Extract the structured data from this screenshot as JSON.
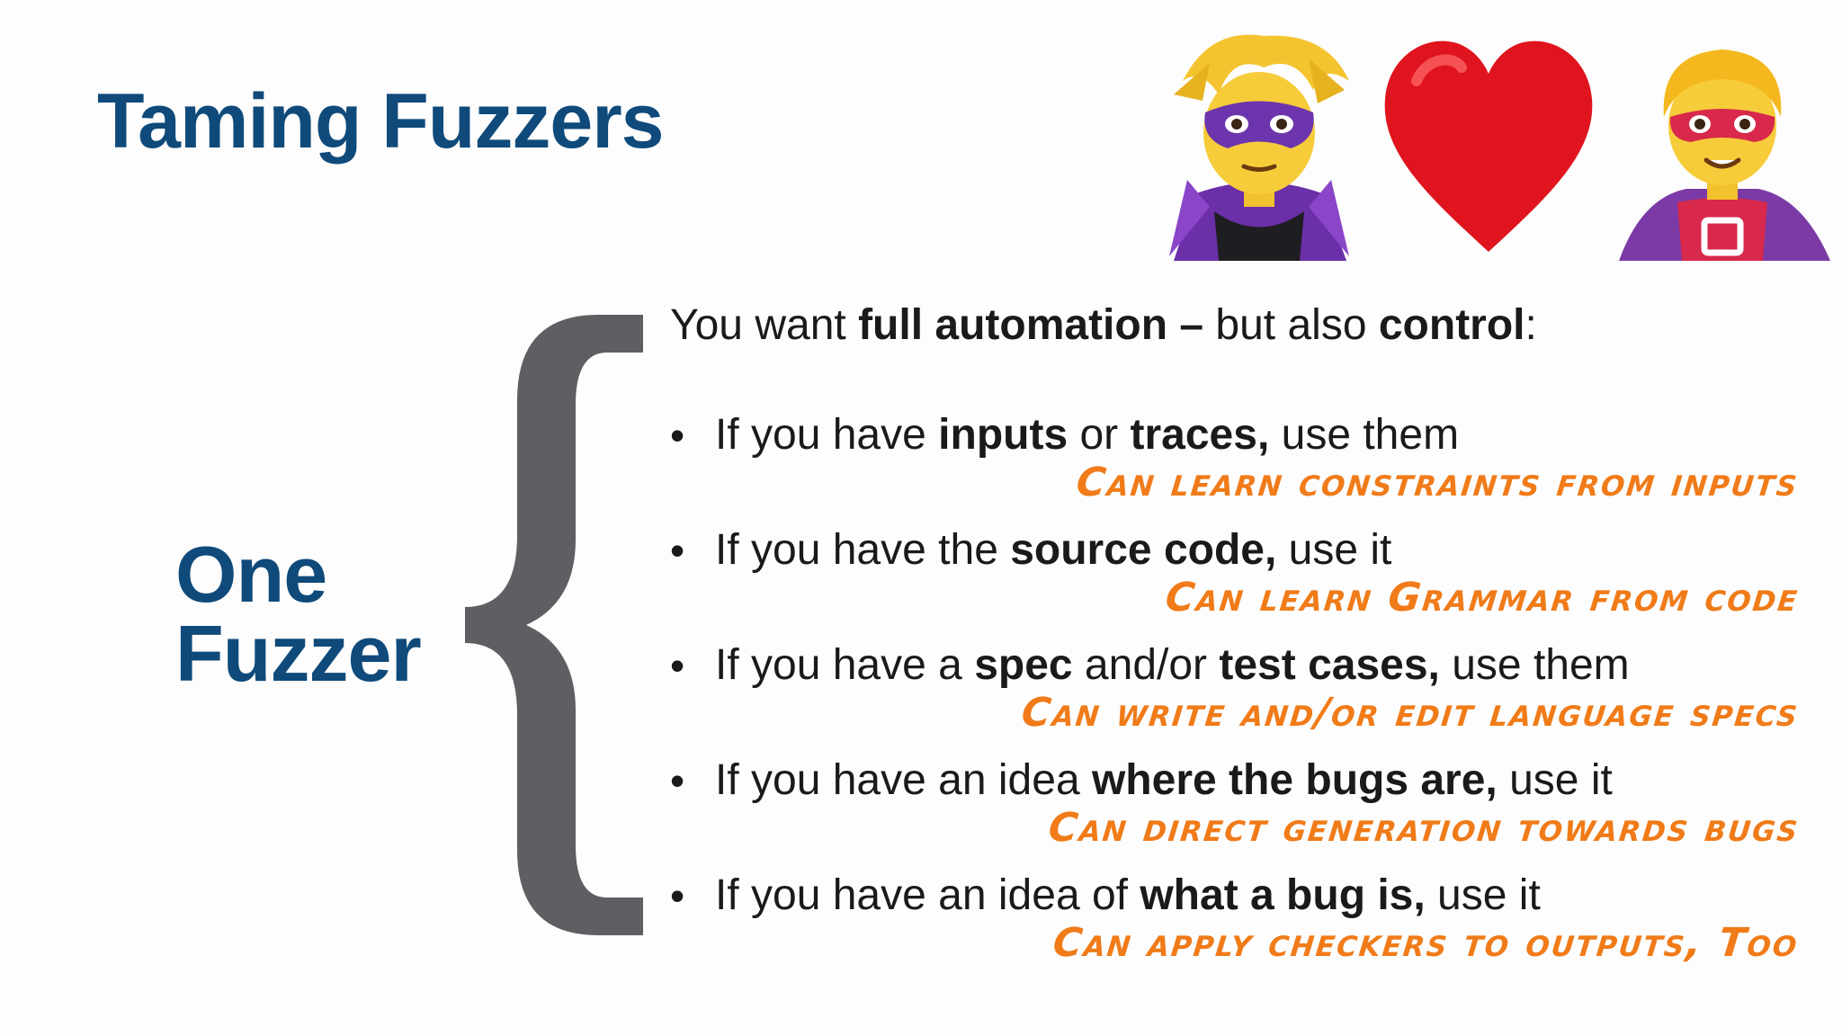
{
  "slide": {
    "title": "Taming Fuzzers",
    "side_label_line1": "One",
    "side_label_line2": "Fuzzer",
    "intro": {
      "prefix": "You want ",
      "bold1": "full automation –",
      "middle": " but also ",
      "bold2": "control",
      "suffix": ":"
    },
    "bullets": [
      {
        "parts": [
          {
            "text": "If you have ",
            "bold": false
          },
          {
            "text": "inputs",
            "bold": true
          },
          {
            "text": " or ",
            "bold": false
          },
          {
            "text": "traces,",
            "bold": true
          },
          {
            "text": " use them",
            "bold": false
          }
        ],
        "note": "Can learn constraints from inputs"
      },
      {
        "parts": [
          {
            "text": "If you have the ",
            "bold": false
          },
          {
            "text": "source code,",
            "bold": true
          },
          {
            "text": " use it",
            "bold": false
          }
        ],
        "note": "Can learn Grammar from code"
      },
      {
        "parts": [
          {
            "text": "If you have a ",
            "bold": false
          },
          {
            "text": "spec",
            "bold": true
          },
          {
            "text": " and/or ",
            "bold": false
          },
          {
            "text": "test cases,",
            "bold": true
          },
          {
            "text": " use them",
            "bold": false
          }
        ],
        "note": "Can write and/or edit language specs"
      },
      {
        "parts": [
          {
            "text": "If you have an idea ",
            "bold": false
          },
          {
            "text": "where the bugs are,",
            "bold": true
          },
          {
            "text": " use it",
            "bold": false
          }
        ],
        "note": "Can direct generation towards bugs"
      },
      {
        "parts": [
          {
            "text": "If you have an idea of ",
            "bold": false
          },
          {
            "text": "what a bug is,",
            "bold": true
          },
          {
            "text": " use it",
            "bold": false
          }
        ],
        "note": "Can apply checkers to outputs, Too"
      }
    ],
    "emojis": [
      "supervillain-icon",
      "red-heart-icon",
      "superhero-icon"
    ]
  },
  "colors": {
    "title": "#0f4a7a",
    "brace": "#5f5f63",
    "note": "#f07b18",
    "text": "#1a1a1a"
  }
}
